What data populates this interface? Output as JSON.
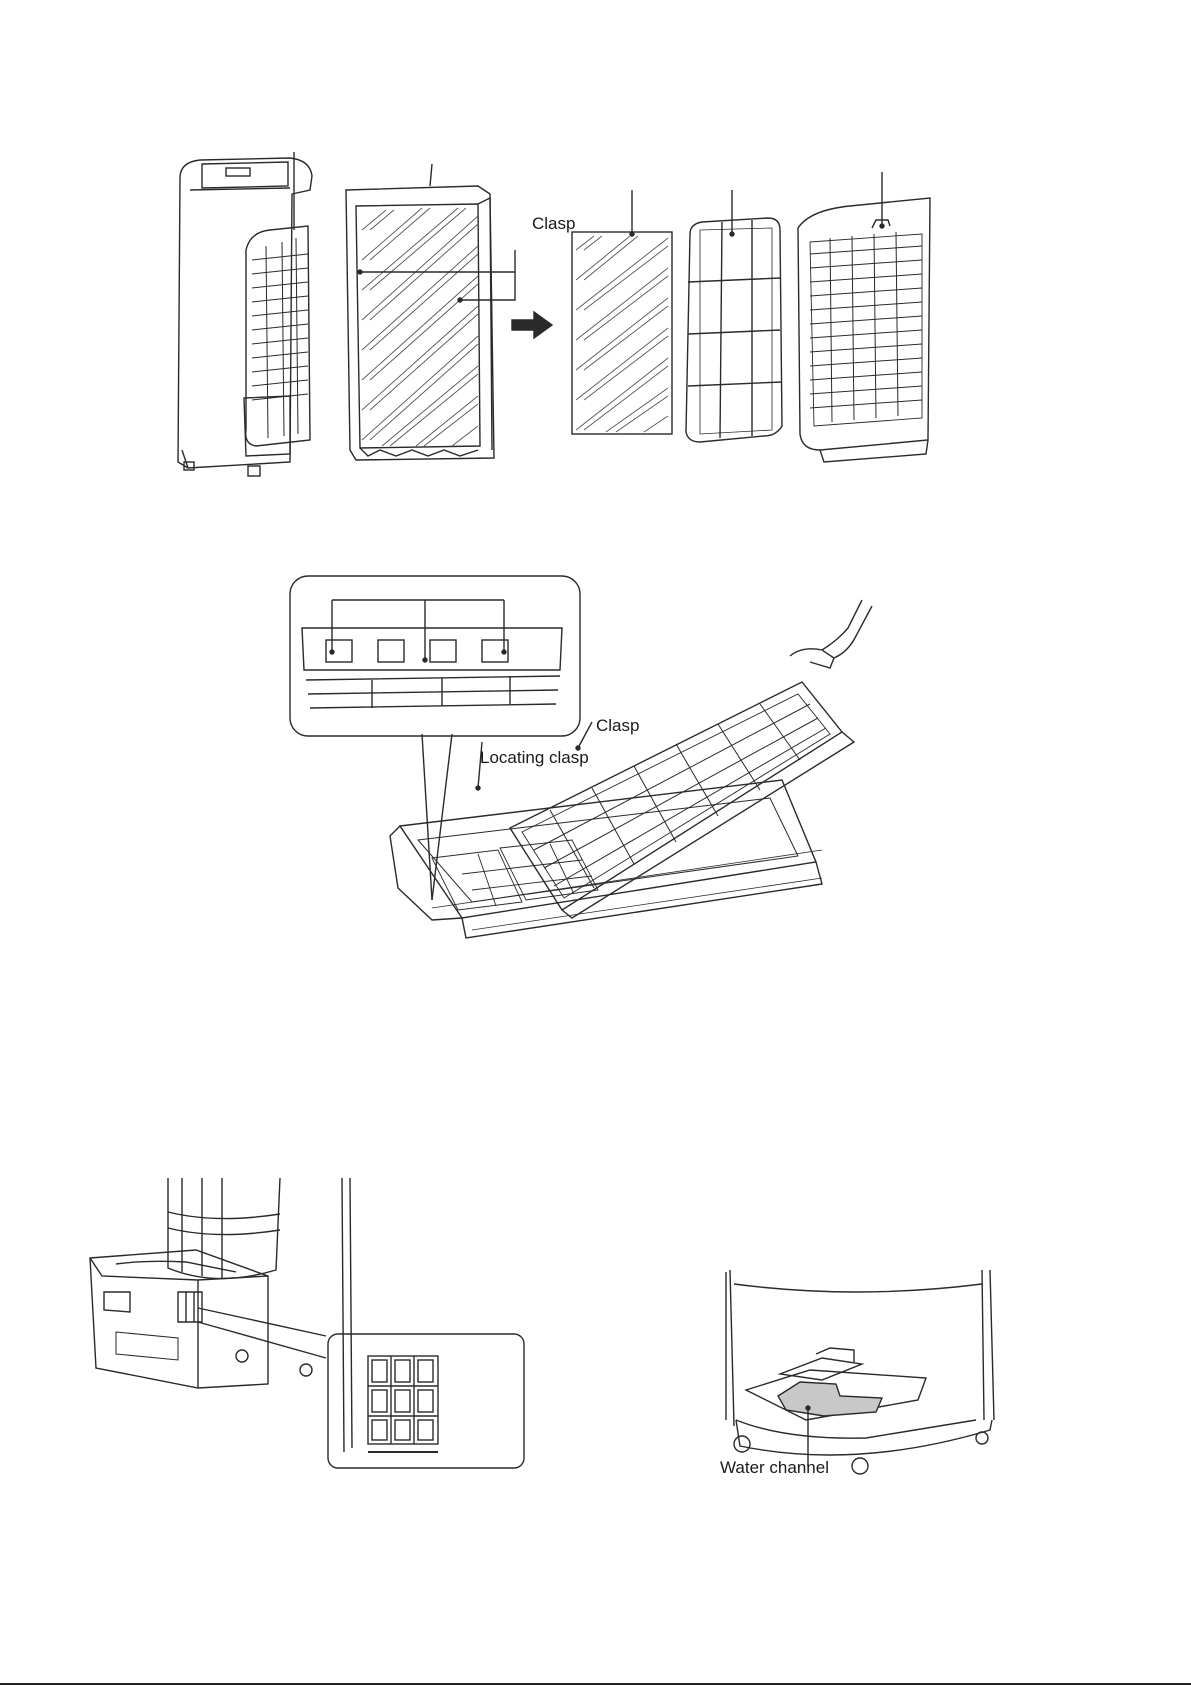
{
  "figure1": {
    "clasp_label": "Clasp",
    "arrow_icon": "arrow-right-icon"
  },
  "figure2": {
    "clasp_label": "Clasp",
    "locating_clasp_label": "Locating clasp"
  },
  "figure4": {
    "water_channel_label": "Water channel"
  },
  "colors": {
    "line": "#2a2a2a",
    "light_line": "#777777",
    "shade": "#c8c8c8"
  }
}
